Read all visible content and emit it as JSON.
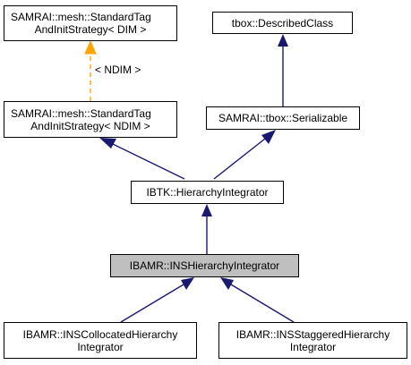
{
  "nodes": {
    "tag_dim": {
      "line1": "SAMRAI::mesh::StandardTag",
      "line2": "AndInitStrategy< DIM >"
    },
    "described": {
      "line1": "tbox::DescribedClass"
    },
    "tag_ndim": {
      "line1": "SAMRAI::mesh::StandardTag",
      "line2": "AndInitStrategy< NDIM >"
    },
    "serializable": {
      "line1": "SAMRAI::tbox::Serializable"
    },
    "ibtk_integrator": {
      "line1": "IBTK::HierarchyIntegrator"
    },
    "ins_integrator": {
      "line1": "IBAMR::INSHierarchyIntegrator"
    },
    "collocated": {
      "line1": "IBAMR::INSCollocatedHierarchy",
      "line2": "Integrator"
    },
    "staggered": {
      "line1": "IBAMR::INSStaggeredHierarchy",
      "line2": "Integrator"
    }
  },
  "edge_labels": {
    "template_instantiation": "< NDIM >"
  },
  "colors": {
    "inheritance_edge": "#191970",
    "template_edge": "#ffa500",
    "highlight_fill": "#bfbfbf",
    "node_border": "#000000"
  }
}
